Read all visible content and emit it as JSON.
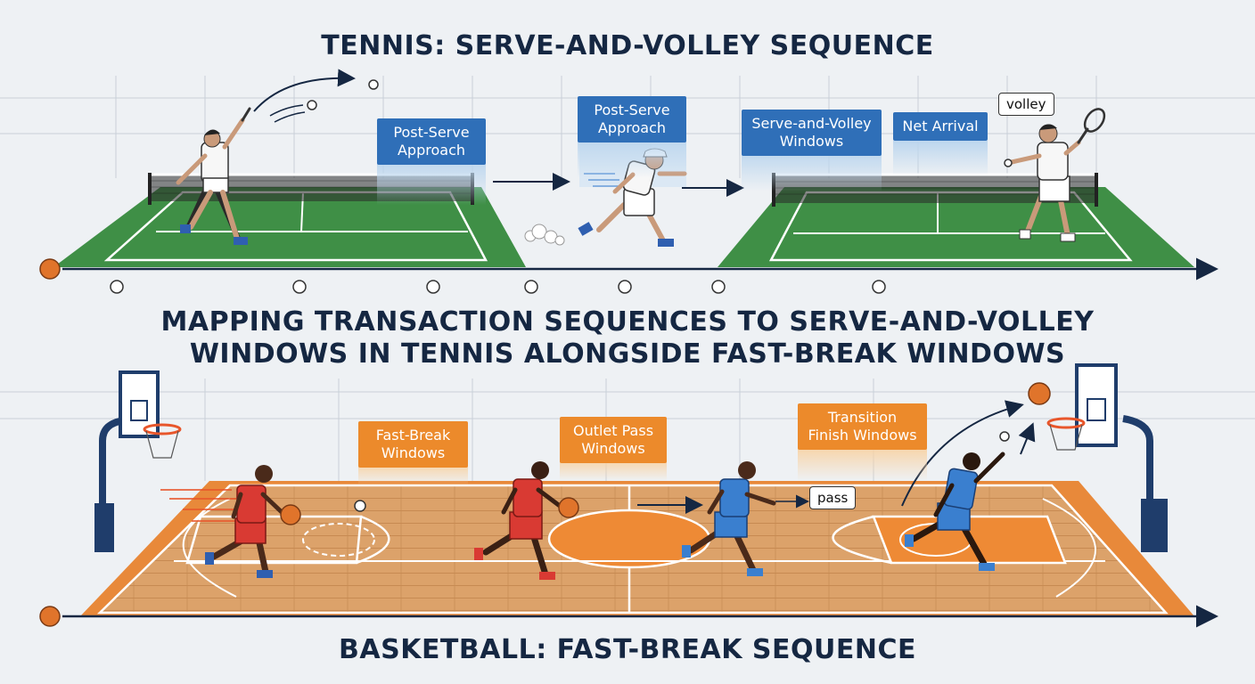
{
  "titles": {
    "tennis": "TENNIS: SERVE-AND-VOLLEY SEQUENCE",
    "main_line1": "MAPPING TRANSACTION SEQUENCES TO SERVE-AND-VOLLEY",
    "main_line2": "WINDOWS IN TENNIS ALONGSIDE FAST-BREAK WINDOWS",
    "basketball": "BASKETBALL: FAST-BREAK SEQUENCE"
  },
  "tennis_labels": {
    "post_serve_1": "Post-Serve Approach",
    "post_serve_2": "Post-Serve Approach",
    "sv_windows": "Serve-and-Volley Windows",
    "net_arrival": "Net Arrival",
    "volley_bubble": "volley"
  },
  "basketball_labels": {
    "fast_break": "Fast-Break Windows",
    "outlet_pass": "Outlet Pass Windows",
    "transition_finish": "Transition Finish Windows",
    "pass_bubble": "pass"
  },
  "colors": {
    "navy": "#152742",
    "court_green": "#3f8f46",
    "court_orange": "#e8893a",
    "wood": "#d9a066",
    "label_blue": "#2f6fb8",
    "label_orange": "#ec8a2b",
    "team_red": "#d93a33",
    "team_blue": "#3a7fcf"
  }
}
